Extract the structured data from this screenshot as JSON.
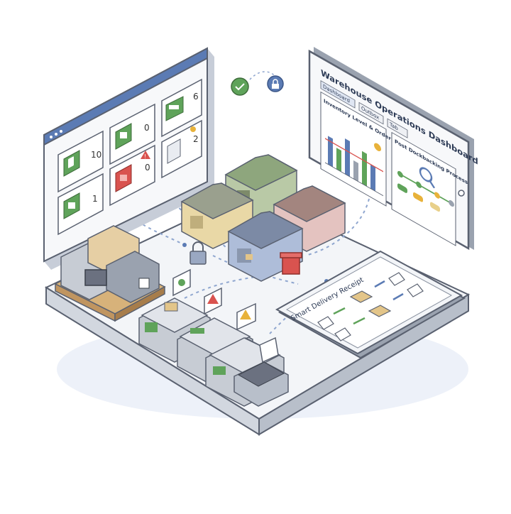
{
  "left_panel": {
    "tiles": [
      {
        "icon": "phone-icon",
        "status": "green",
        "count": "10"
      },
      {
        "icon": "box-icon",
        "status": "green",
        "count": "0"
      },
      {
        "icon": "cash-icon",
        "status": "green",
        "count": "6"
      },
      {
        "icon": "package-icon",
        "status": "red",
        "count": "0"
      },
      {
        "icon": "document-icon",
        "status": "neutral",
        "count": "2"
      },
      {
        "icon": "box-icon",
        "status": "green",
        "count": "1"
      }
    ]
  },
  "dashboard": {
    "title": "Warehouse Operations Dashboard",
    "tabs": [
      "Dashboard",
      "Outbox",
      "Tab"
    ],
    "inventory_title": "Inventory Level & Order Point",
    "process_title": "Post Dockbacking Process"
  },
  "delivery": {
    "title": "Smart Delivery Receipt"
  },
  "colors": {
    "panel_blue": "#5b7bb4",
    "ok_green": "#5fa35a",
    "alert_red": "#d9534f",
    "warn_yellow": "#e8b23a",
    "outline": "#5a6170"
  }
}
